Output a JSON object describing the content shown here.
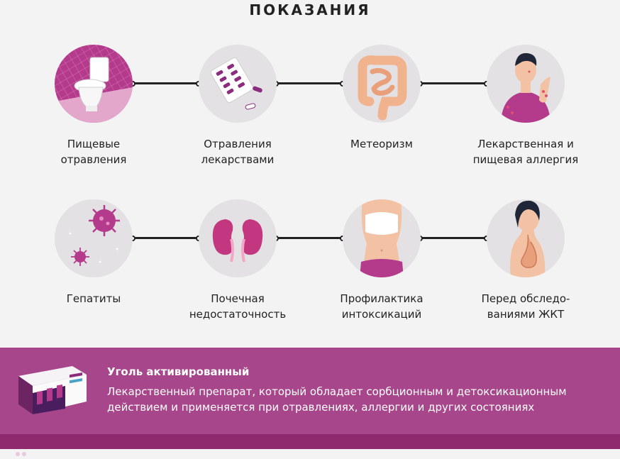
{
  "header": {
    "title": "ПОКАЗАНИЯ"
  },
  "indications": [
    {
      "label": "Пищевые\nотравления",
      "icon": "toilet-icon"
    },
    {
      "label": "Отравления\nлекарствами",
      "icon": "pills-icon"
    },
    {
      "label": "Метеоризм",
      "icon": "intestines-icon"
    },
    {
      "label": "Лекарственная и\nпищевая аллергия",
      "icon": "allergy-man-icon"
    },
    {
      "label": "Гепатиты",
      "icon": "virus-icon"
    },
    {
      "label": "Почечная\nнедостаточность",
      "icon": "kidneys-icon"
    },
    {
      "label": "Профилактика\nинтоксикаций",
      "icon": "torso-icon"
    },
    {
      "label": "Перед обследо-\nваниями ЖКТ",
      "icon": "stomach-icon"
    }
  ],
  "product": {
    "name": "Уголь активированный",
    "description": "Лекарственный препарат, который обладает сорбционным и детоксикационным действием и применяется при отравлениях, аллергии и других состояниях",
    "pack_icon": "medicine-pack-icon"
  },
  "colors": {
    "accent": "#a7468a",
    "accent_dark": "#8f2a6f",
    "background": "#f4f3f4",
    "circle": "#e3e1e3"
  }
}
